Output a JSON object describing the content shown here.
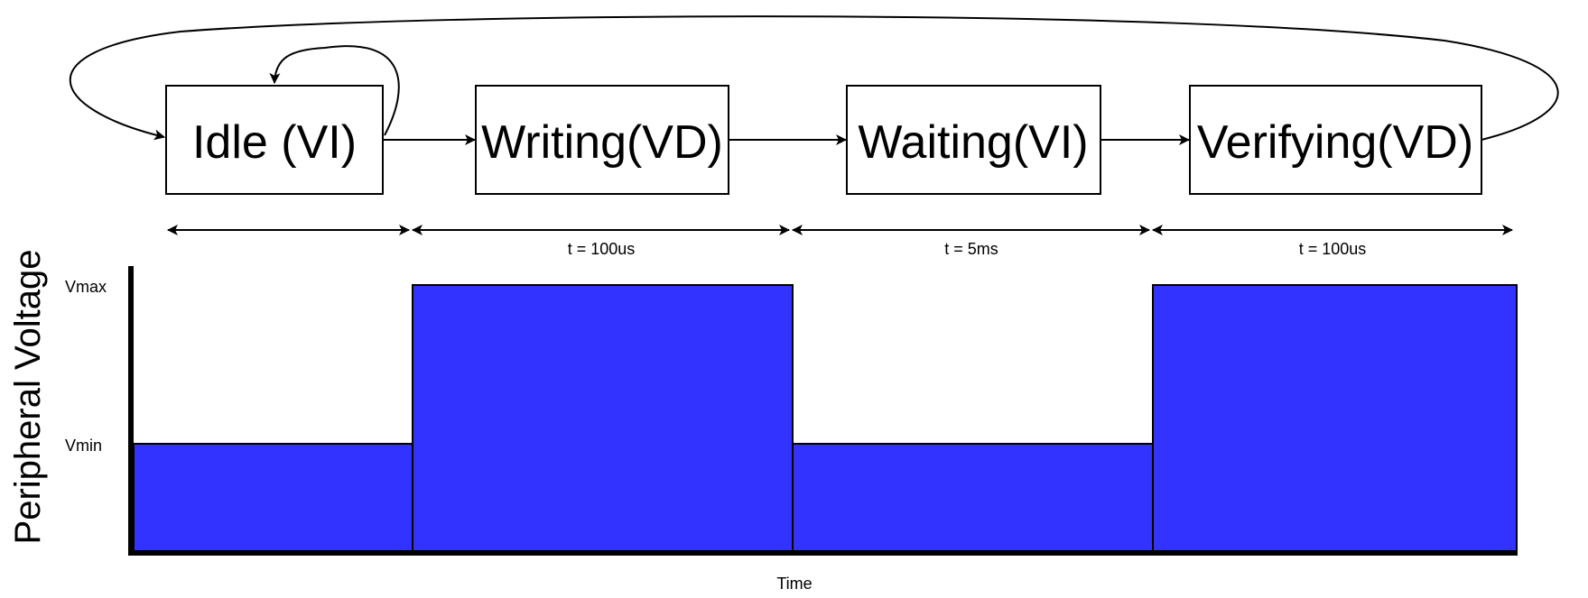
{
  "states": [
    {
      "id": "idle",
      "label": "Idle (VI)"
    },
    {
      "id": "writing",
      "label": "Writing(VD)"
    },
    {
      "id": "waiting",
      "label": "Waiting(VI)"
    },
    {
      "id": "verifying",
      "label": "Verifying(VD)"
    }
  ],
  "durations": [
    "",
    "t = 100us",
    "t = 5ms",
    "t = 100us"
  ],
  "chart": {
    "y_title": "Peripheral Voltage",
    "x_title": "Time",
    "y_ticks": {
      "max": "Vmax",
      "min": "Vmin"
    },
    "levels": [
      "min",
      "max",
      "min",
      "max"
    ],
    "fill_color": "#3333ff"
  }
}
